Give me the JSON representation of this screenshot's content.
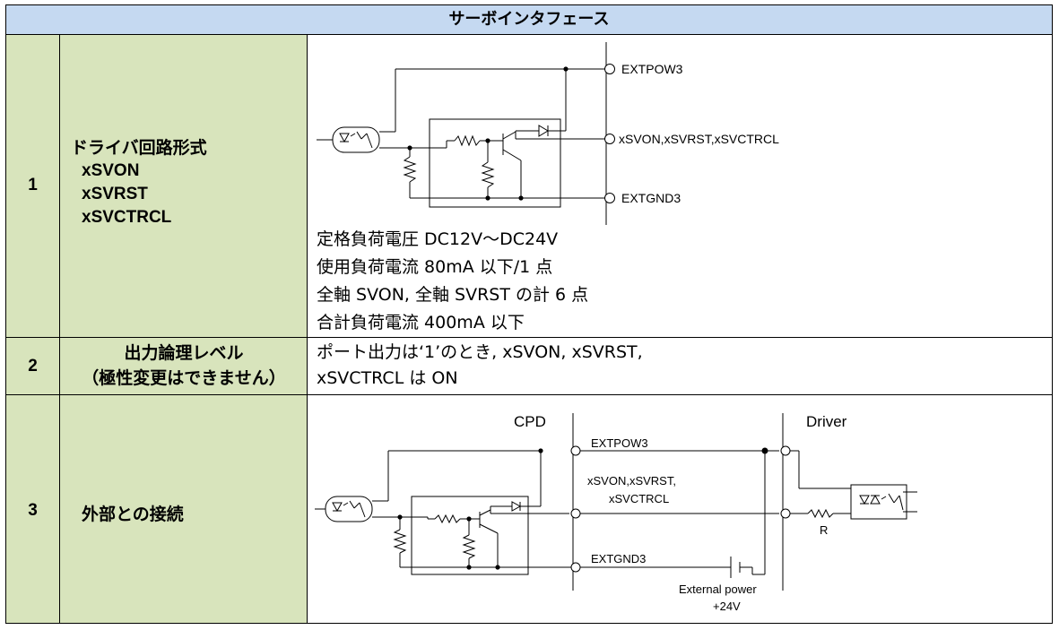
{
  "header": {
    "title": "サーボインタフェース"
  },
  "rows": [
    {
      "num": "1",
      "label_lines": [
        "ドライバ回路形式",
        "xSVON",
        "xSVRST",
        "xSVCTRCL"
      ],
      "diagram_labels": {
        "pow": "EXTPOW3",
        "sig": "xSVON,xSVRST,xSVCTRCL",
        "gnd": "EXTGND3"
      },
      "spec_lines": [
        "定格負荷電圧  DC12V～DC24V",
        "使用負荷電流  80mA 以下/1 点",
        "全軸 SVON, 全軸 SVRST の計 6 点",
        "合計負荷電流 400mA 以下"
      ]
    },
    {
      "num": "2",
      "label_lines": [
        "出力論理レベル",
        "（極性変更はできません）"
      ],
      "desc_lines": [
        "ポート出力は‘1’のとき, xSVON, xSVRST,",
        "xSVCTRCL は ON"
      ]
    },
    {
      "num": "3",
      "label_lines": [
        "外部との接続"
      ],
      "diagram_labels": {
        "cpd": "CPD",
        "driver": "Driver",
        "pow": "EXTPOW3",
        "sig1": "xSVON,xSVRST,",
        "sig2": "xSVCTRCL",
        "gnd": "EXTGND3",
        "r": "R",
        "ext1": "External power",
        "ext2": "+24V"
      }
    }
  ]
}
